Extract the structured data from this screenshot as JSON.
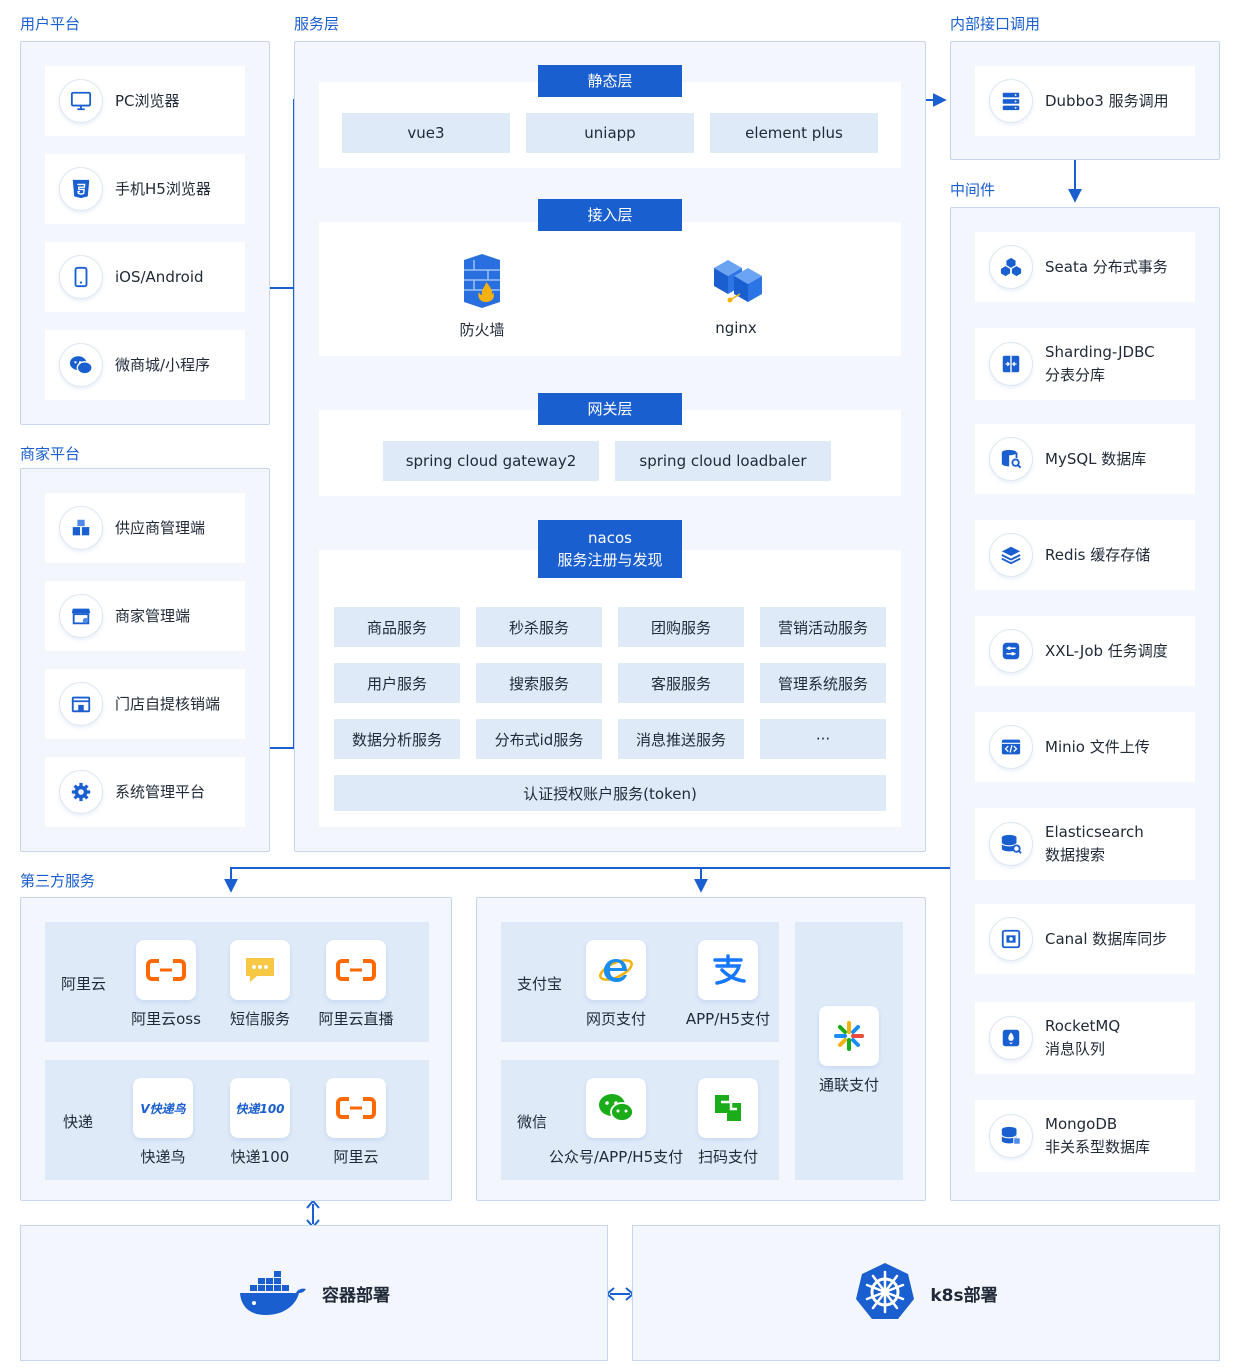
{
  "sections": {
    "user_platform": "用户平台",
    "merchant_platform": "商家平台",
    "service_layer": "服务层",
    "internal_call": "内部接口调用",
    "middleware": "中间件",
    "third_party": "第三方服务"
  },
  "user_platform": [
    "PC浏览器",
    "手机H5浏览器",
    "iOS/Android",
    "微商城/小程序"
  ],
  "merchant_platform": [
    "供应商管理端",
    "商家管理端",
    "门店自提核销端",
    "系统管理平台"
  ],
  "layers": {
    "static": {
      "tag": "静态层",
      "items": [
        "vue3",
        "uniapp",
        "element plus"
      ]
    },
    "access": {
      "tag": "接入层",
      "firewall": "防火墙",
      "nginx": "nginx"
    },
    "gateway": {
      "tag": "网关层",
      "items": [
        "spring cloud gateway2",
        "spring cloud loadbaler"
      ]
    },
    "nacos": {
      "tag_line1": "nacos",
      "tag_line2": "服务注册与发现"
    }
  },
  "services": [
    "商品服务",
    "秒杀服务",
    "团购服务",
    "营销活动服务",
    "用户服务",
    "搜索服务",
    "客服服务",
    "管理系统服务",
    "数据分析服务",
    "分布式id服务",
    "消息推送服务",
    "···"
  ],
  "auth_service": "认证授权账户服务(token)",
  "internal": {
    "dubbo": "Dubbo3 服务调用"
  },
  "middleware": [
    {
      "line1": "Seata 分布式事务",
      "line2": ""
    },
    {
      "line1": "Sharding-JDBC",
      "line2": "分表分库"
    },
    {
      "line1": "MySQL 数据库",
      "line2": ""
    },
    {
      "line1": "Redis 缓存存储",
      "line2": ""
    },
    {
      "line1": "XXL-Job 任务调度",
      "line2": ""
    },
    {
      "line1": "Minio 文件上传",
      "line2": ""
    },
    {
      "line1": "Elasticsearch",
      "line2": "数据搜索"
    },
    {
      "line1": "Canal 数据库同步",
      "line2": ""
    },
    {
      "line1": "RocketMQ",
      "line2": "消息队列"
    },
    {
      "line1": "MongoDB",
      "line2": "非关系型数据库"
    }
  ],
  "third_party": {
    "aliyun": {
      "label": "阿里云",
      "items": [
        "阿里云oss",
        "短信服务",
        "阿里云直播"
      ]
    },
    "express": {
      "label": "快递",
      "items": [
        "快递鸟",
        "快递100",
        "阿里云"
      ],
      "logo_kdn": "V快递鸟",
      "logo_kd100": "快递100"
    },
    "alipay": {
      "label": "支付宝",
      "items": [
        "网页支付",
        "APP/H5支付"
      ]
    },
    "wechat": {
      "label": "微信",
      "items": [
        "公众号/APP/H5支付",
        "扫码支付"
      ]
    },
    "unionpay": "通联支付"
  },
  "deploy": {
    "docker": "容器部署",
    "k8s": "k8s部署"
  },
  "colors": {
    "accent": "#1a5fd0",
    "panel": "#f3f7fd",
    "chip": "#dfeaf8",
    "border": "#c5d6ee",
    "aliyun_orange": "#ff6a00",
    "wechat_green": "#1aad19"
  }
}
